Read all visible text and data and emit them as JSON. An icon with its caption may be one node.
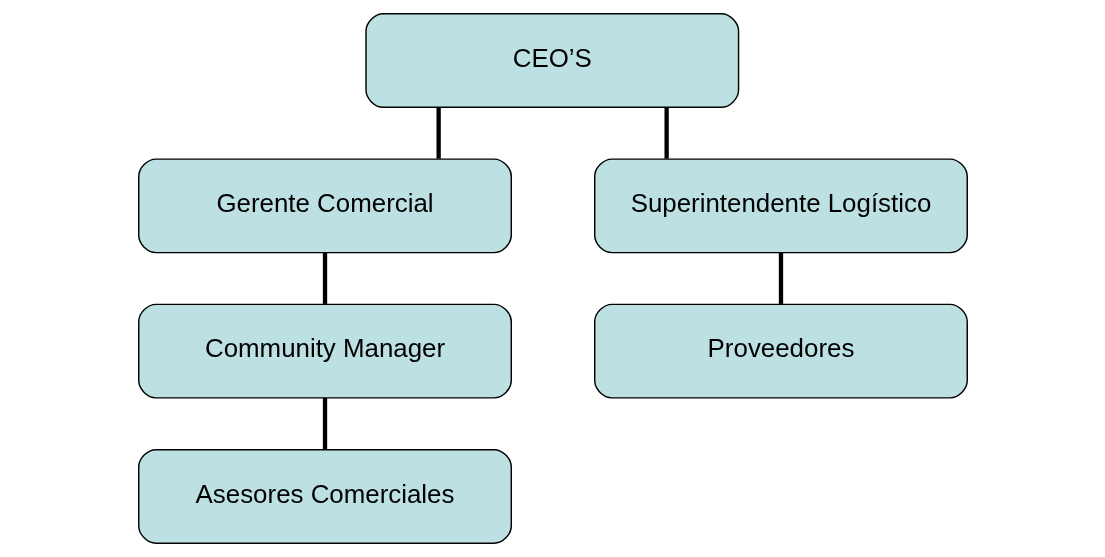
{
  "diagram": {
    "nodes": [
      {
        "text": [
          "CEO’S"
        ]
      },
      {
        "text": [
          "Gerente Comercial"
        ]
      },
      {
        "text": [
          "Superintendente Logístico"
        ]
      },
      {
        "text": [
          "Community Manager"
        ]
      },
      {
        "text": [
          "Proveedores"
        ]
      },
      {
        "text": [
          "Asesores Comerciales"
        ]
      }
    ],
    "edges": [
      {
        "from": 0,
        "to": 1,
        "arrow": "none"
      },
      {
        "from": 0,
        "to": 2,
        "arrow": "none"
      },
      {
        "from": 1,
        "to": 3,
        "arrow": "none"
      },
      {
        "from": 2,
        "to": 4,
        "arrow": "none"
      },
      {
        "from": 3,
        "to": 5,
        "arrow": "none"
      }
    ]
  }
}
